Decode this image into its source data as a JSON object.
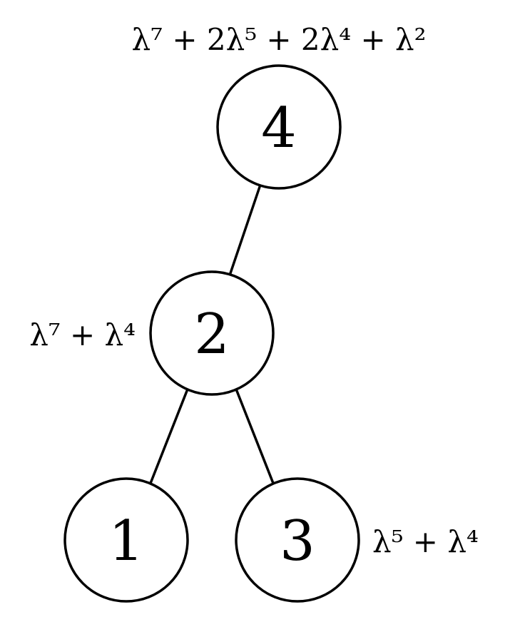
{
  "tree": {
    "nodes": [
      {
        "id": "4",
        "label": "4"
      },
      {
        "id": "2",
        "label": "2"
      },
      {
        "id": "1",
        "label": "1"
      },
      {
        "id": "3",
        "label": "3"
      }
    ],
    "edges": [
      {
        "from": "4",
        "to": "2"
      },
      {
        "from": "2",
        "to": "1"
      },
      {
        "from": "2",
        "to": "3"
      }
    ],
    "annotations": {
      "node_4": {
        "text": "λ⁷ + 2λ⁵ + 2λ⁴ + λ²",
        "terms": [
          {
            "base": "λ",
            "exp": "7"
          },
          {
            "op": "+",
            "coef": "2",
            "base": "λ",
            "exp": "5"
          },
          {
            "op": "+",
            "coef": "2",
            "base": "λ",
            "exp": "4"
          },
          {
            "op": "+",
            "base": "λ",
            "exp": "2"
          }
        ]
      },
      "node_2": {
        "text": "λ⁷ + λ⁴",
        "terms": [
          {
            "base": "λ",
            "exp": "7"
          },
          {
            "op": "+",
            "base": "λ",
            "exp": "4"
          }
        ]
      },
      "node_3": {
        "text": "λ⁵ + λ⁴",
        "terms": [
          {
            "base": "λ",
            "exp": "5"
          },
          {
            "op": "+",
            "base": "λ",
            "exp": "4"
          }
        ]
      }
    }
  }
}
